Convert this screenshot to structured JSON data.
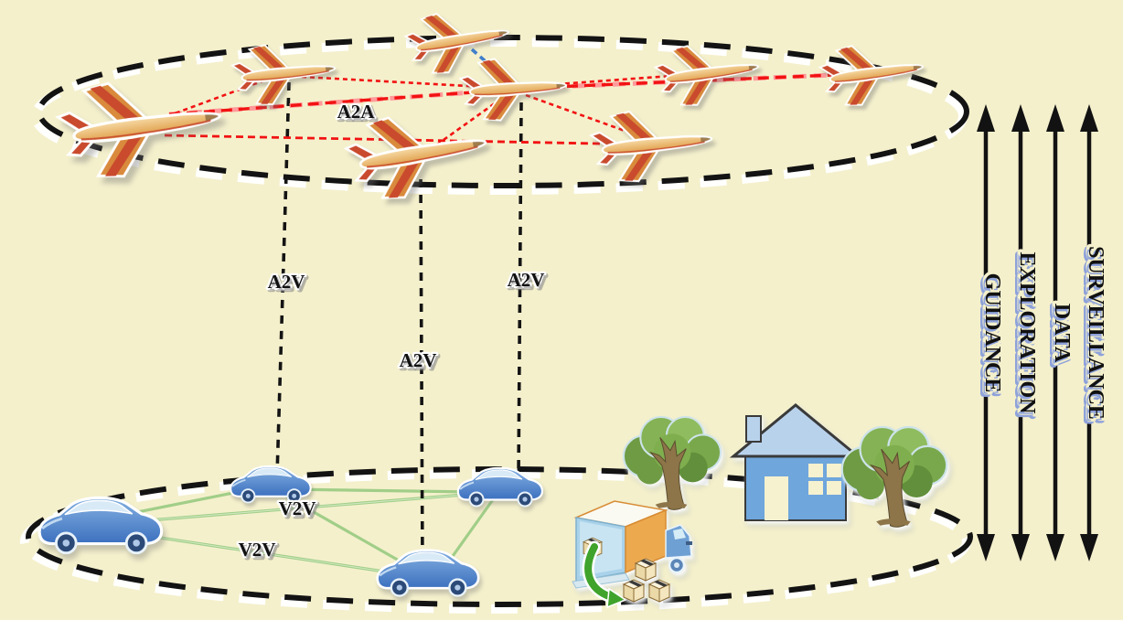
{
  "scene": {
    "description": "Two-layer communication network: aerial layer of aircraft above a ground layer of vehicles",
    "background_color": "#F4F0CC"
  },
  "link_labels": {
    "a2a": "A2A",
    "a2v_left": "A2V",
    "a2v_center": "A2V",
    "a2v_right": "A2V",
    "v2v_upper": "V2V",
    "v2v_lower": "V2V"
  },
  "function_arrows": {
    "items": [
      {
        "label": "GUIDANCE"
      },
      {
        "label": "EXPLORATION"
      },
      {
        "label": "DATA"
      },
      {
        "label": "SURVEILLANCE"
      }
    ]
  },
  "colors": {
    "background": "#F4F0CC",
    "a2a_link": "#F21212",
    "a2v_link": "#141414",
    "v2v_link": "#9CCB84",
    "handoff_link": "#3E7ECB",
    "function_arrow": "#121212",
    "label_text": "#111111"
  },
  "network": {
    "air_layer": {
      "aircraft_count": 8,
      "link_type": "A2A"
    },
    "ground_layer": {
      "vehicle_count": 4,
      "link_type": "V2V"
    },
    "air_to_ground_links": 3,
    "scenery": [
      "tree",
      "house",
      "tree",
      "delivery-truck",
      "package-stack"
    ]
  }
}
